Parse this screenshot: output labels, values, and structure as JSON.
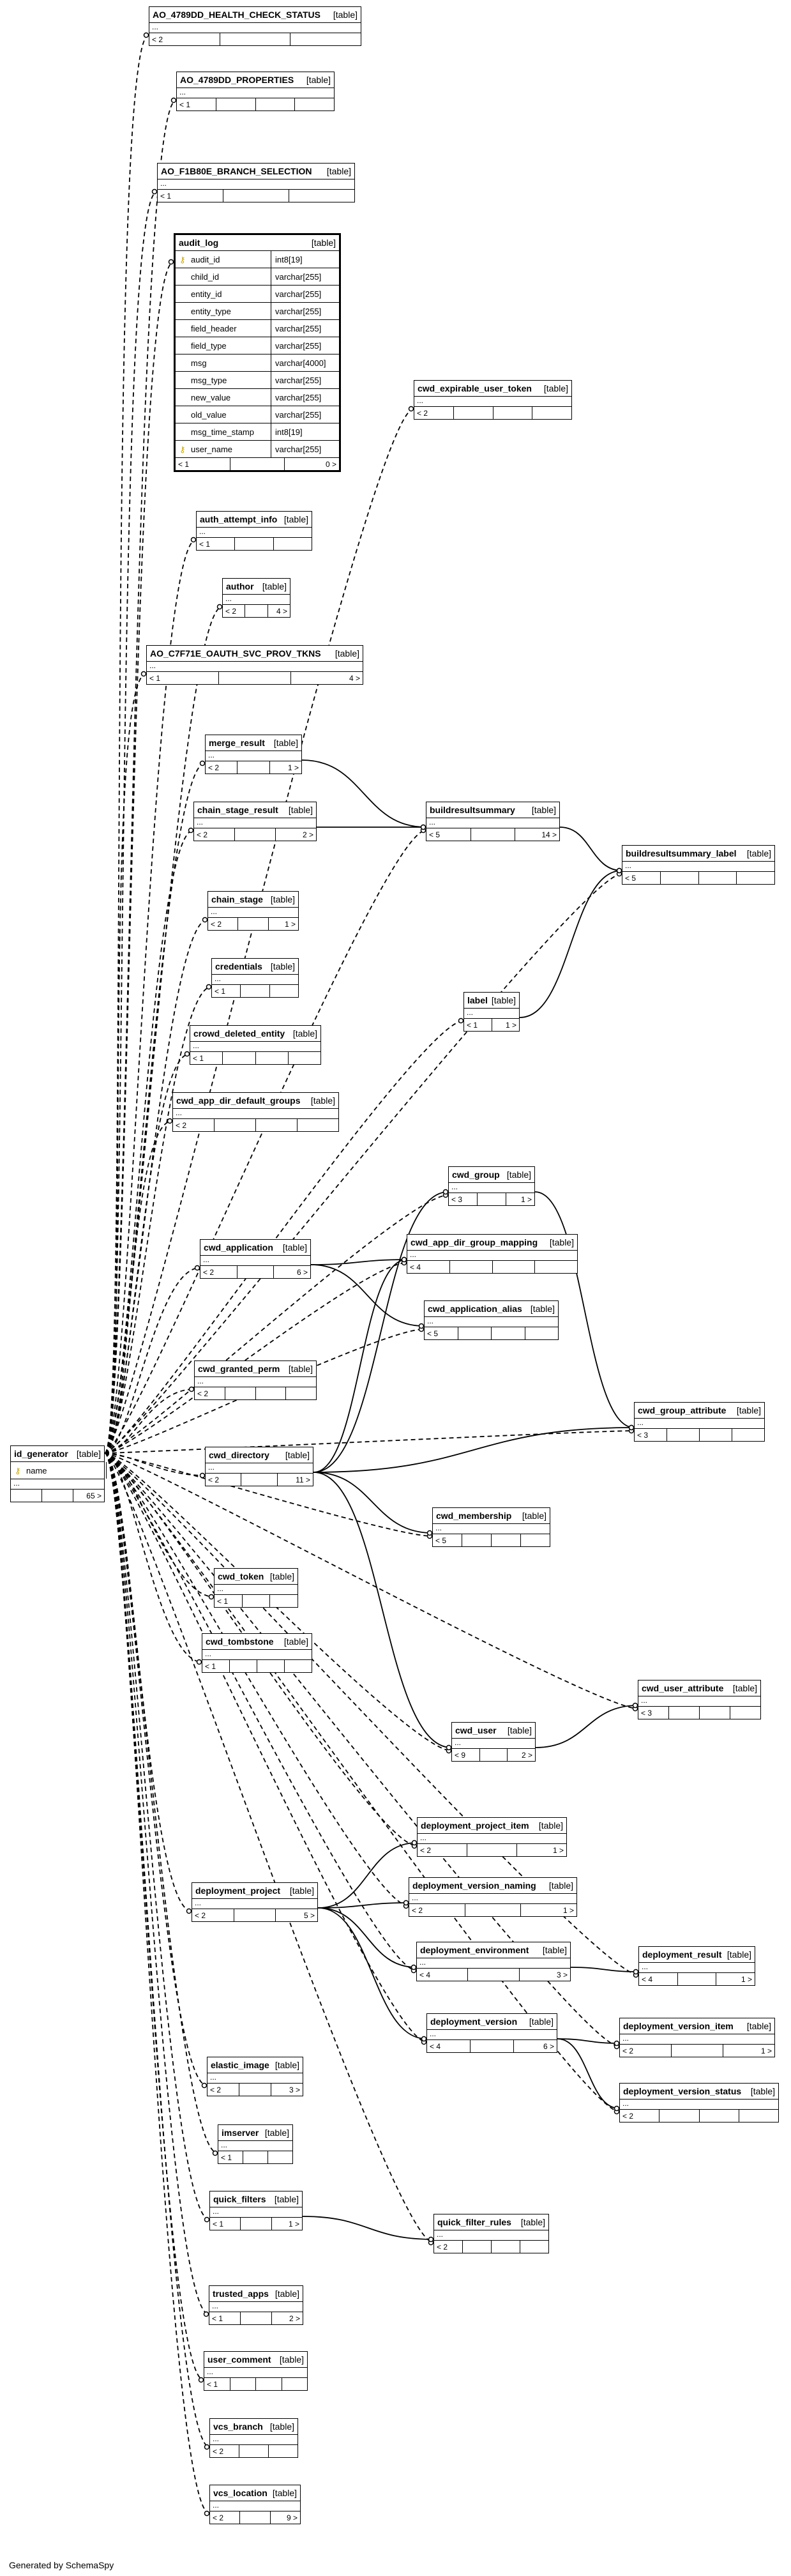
{
  "footer": "Generated by SchemaSpy",
  "type_label": "[table]",
  "ellipsis": "...",
  "tables": [
    {
      "id": "ao_health",
      "name": "AO_4789DD_HEALTH_CHECK_STATUS",
      "footer": [
        "< 2",
        "",
        ""
      ]
    },
    {
      "id": "ao_props",
      "name": "AO_4789DD_PROPERTIES",
      "footer": [
        "< 1",
        "",
        "",
        ""
      ]
    },
    {
      "id": "ao_branch",
      "name": "AO_F1B80E_BRANCH_SELECTION",
      "footer": [
        "< 1",
        "",
        ""
      ]
    },
    {
      "id": "audit_log",
      "name": "audit_log",
      "columns": [
        {
          "name": "audit_id",
          "type": "int8[19]",
          "key": true
        },
        {
          "name": "child_id",
          "type": "varchar[255]"
        },
        {
          "name": "entity_id",
          "type": "varchar[255]"
        },
        {
          "name": "entity_type",
          "type": "varchar[255]"
        },
        {
          "name": "field_header",
          "type": "varchar[255]"
        },
        {
          "name": "field_type",
          "type": "varchar[255]"
        },
        {
          "name": "msg",
          "type": "varchar[4000]"
        },
        {
          "name": "msg_type",
          "type": "varchar[255]"
        },
        {
          "name": "new_value",
          "type": "varchar[255]"
        },
        {
          "name": "old_value",
          "type": "varchar[255]"
        },
        {
          "name": "msg_time_stamp",
          "type": "int8[19]"
        },
        {
          "name": "user_name",
          "type": "varchar[255]",
          "key": true
        }
      ],
      "footer": [
        "< 1",
        "",
        "0 >"
      ]
    },
    {
      "id": "cwd_exp",
      "name": "cwd_expirable_user_token",
      "footer": [
        "< 2",
        "",
        "",
        ""
      ]
    },
    {
      "id": "auth_attempt",
      "name": "auth_attempt_info",
      "footer": [
        "< 1",
        "",
        ""
      ]
    },
    {
      "id": "author",
      "name": "author",
      "footer": [
        "< 2",
        "",
        "4 >"
      ]
    },
    {
      "id": "ao_oauth",
      "name": "AO_C7F71E_OAUTH_SVC_PROV_TKNS",
      "footer": [
        "< 1",
        "",
        "4 >"
      ]
    },
    {
      "id": "merge_result",
      "name": "merge_result",
      "footer": [
        "< 2",
        "",
        "1 >"
      ]
    },
    {
      "id": "chain_stage_result",
      "name": "chain_stage_result",
      "footer": [
        "< 2",
        "",
        "2 >"
      ]
    },
    {
      "id": "brs",
      "name": "buildresultsummary",
      "footer": [
        "< 5",
        "",
        "14 >"
      ]
    },
    {
      "id": "brs_label",
      "name": "buildresultsummary_label",
      "footer": [
        "< 5",
        "",
        "",
        ""
      ]
    },
    {
      "id": "chain_stage",
      "name": "chain_stage",
      "footer": [
        "< 2",
        "",
        "1 >"
      ]
    },
    {
      "id": "credentials",
      "name": "credentials",
      "footer": [
        "< 1",
        "",
        ""
      ]
    },
    {
      "id": "label",
      "name": "label",
      "footer": [
        "< 1",
        "1 >"
      ]
    },
    {
      "id": "crowd_deleted",
      "name": "crowd_deleted_entity",
      "footer": [
        "< 1",
        "",
        "",
        ""
      ]
    },
    {
      "id": "cwd_app_dir_default",
      "name": "cwd_app_dir_default_groups",
      "footer": [
        "< 2",
        "",
        "",
        ""
      ]
    },
    {
      "id": "cwd_group",
      "name": "cwd_group",
      "footer": [
        "< 3",
        "",
        "1 >"
      ]
    },
    {
      "id": "cwd_app_dir_group",
      "name": "cwd_app_dir_group_mapping",
      "footer": [
        "< 4",
        "",
        "",
        ""
      ]
    },
    {
      "id": "cwd_application",
      "name": "cwd_application",
      "footer": [
        "< 2",
        "",
        "6 >"
      ]
    },
    {
      "id": "cwd_app_alias",
      "name": "cwd_application_alias",
      "footer": [
        "< 5",
        "",
        "",
        ""
      ]
    },
    {
      "id": "cwd_granted_perm",
      "name": "cwd_granted_perm",
      "footer": [
        "< 2",
        "",
        "",
        ""
      ]
    },
    {
      "id": "cwd_group_attr",
      "name": "cwd_group_attribute",
      "footer": [
        "< 3",
        "",
        "",
        ""
      ]
    },
    {
      "id": "cwd_directory",
      "name": "cwd_directory",
      "footer": [
        "< 2",
        "",
        "11 >"
      ]
    },
    {
      "id": "id_generator",
      "name": "id_generator",
      "columns": [
        {
          "name": "name",
          "type": "",
          "key": true
        }
      ],
      "footer": [
        "",
        "",
        "65 >"
      ]
    },
    {
      "id": "cwd_membership",
      "name": "cwd_membership",
      "footer": [
        "< 5",
        "",
        "",
        ""
      ]
    },
    {
      "id": "cwd_token",
      "name": "cwd_token",
      "footer": [
        "< 1",
        "",
        ""
      ]
    },
    {
      "id": "cwd_tombstone",
      "name": "cwd_tombstone",
      "footer": [
        "< 1",
        "",
        "",
        ""
      ]
    },
    {
      "id": "cwd_user_attr",
      "name": "cwd_user_attribute",
      "footer": [
        "< 3",
        "",
        "",
        ""
      ]
    },
    {
      "id": "cwd_user",
      "name": "cwd_user",
      "footer": [
        "< 9",
        "",
        "2 >"
      ]
    },
    {
      "id": "dep_proj_item",
      "name": "deployment_project_item",
      "footer": [
        "< 2",
        "",
        "1 >"
      ]
    },
    {
      "id": "dep_project",
      "name": "deployment_project",
      "footer": [
        "< 2",
        "",
        "5 >"
      ]
    },
    {
      "id": "dep_ver_naming",
      "name": "deployment_version_naming",
      "footer": [
        "< 2",
        "",
        "1 >"
      ]
    },
    {
      "id": "dep_env",
      "name": "deployment_environment",
      "footer": [
        "< 4",
        "",
        "3 >"
      ]
    },
    {
      "id": "dep_result",
      "name": "deployment_result",
      "footer": [
        "< 4",
        "",
        "1 >"
      ]
    },
    {
      "id": "dep_version",
      "name": "deployment_version",
      "footer": [
        "< 4",
        "",
        "6 >"
      ]
    },
    {
      "id": "dep_ver_item",
      "name": "deployment_version_item",
      "footer": [
        "< 2",
        "",
        "1 >"
      ]
    },
    {
      "id": "dep_ver_status",
      "name": "deployment_version_status",
      "footer": [
        "< 2",
        "",
        "",
        ""
      ]
    },
    {
      "id": "elastic_image",
      "name": "elastic_image",
      "footer": [
        "< 2",
        "",
        "3 >"
      ]
    },
    {
      "id": "imserver",
      "name": "imserver",
      "footer": [
        "< 1",
        "",
        ""
      ]
    },
    {
      "id": "quick_filters",
      "name": "quick_filters",
      "footer": [
        "< 1",
        "",
        "1 >"
      ]
    },
    {
      "id": "quick_filter_rules",
      "name": "quick_filter_rules",
      "footer": [
        "< 2",
        "",
        "",
        ""
      ]
    },
    {
      "id": "trusted_apps",
      "name": "trusted_apps",
      "footer": [
        "< 1",
        "",
        "2 >"
      ]
    },
    {
      "id": "user_comment",
      "name": "user_comment",
      "footer": [
        "< 1",
        "",
        "",
        ""
      ]
    },
    {
      "id": "vcs_branch",
      "name": "vcs_branch",
      "footer": [
        "< 2",
        "",
        ""
      ]
    },
    {
      "id": "vcs_location",
      "name": "vcs_location",
      "footer": [
        "< 2",
        "",
        "9 >"
      ]
    }
  ]
}
